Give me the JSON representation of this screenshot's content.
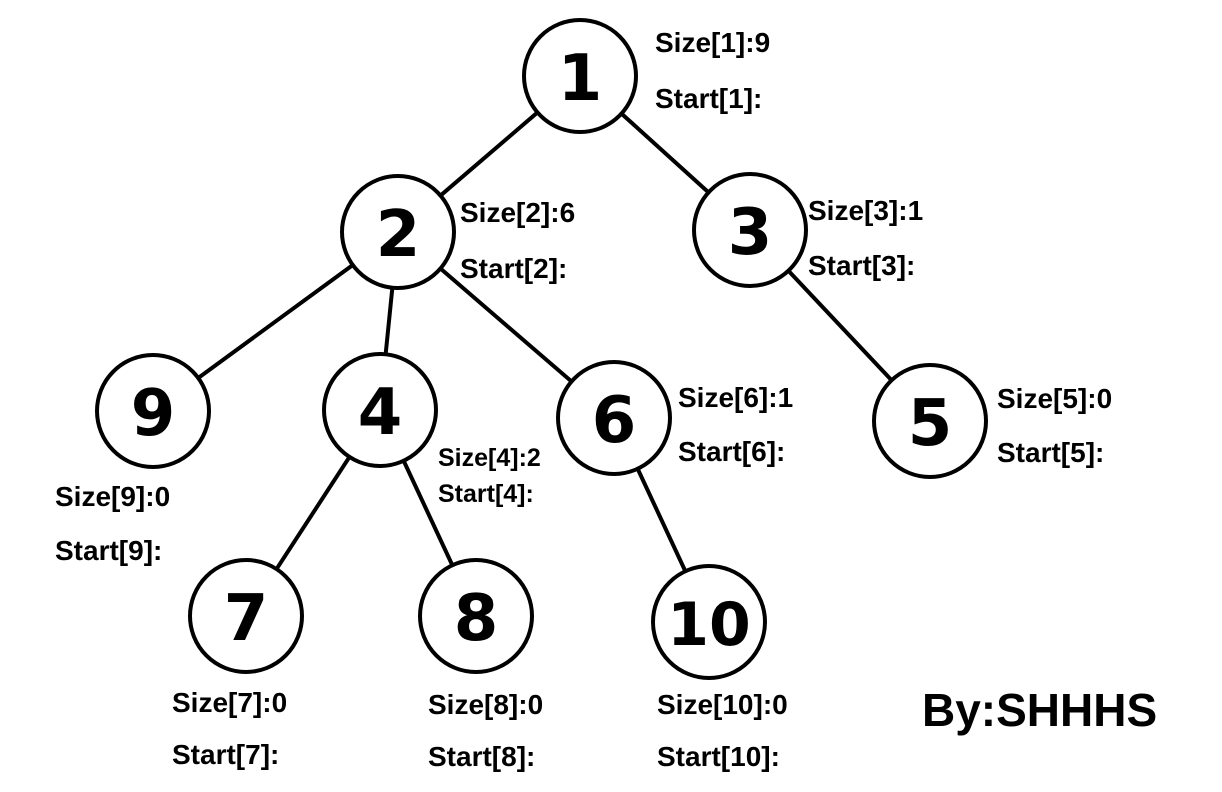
{
  "tree": {
    "nodes": [
      {
        "id": "1",
        "size_label": "Size[1]:9",
        "start_label": "Start[1]:"
      },
      {
        "id": "2",
        "size_label": "Size[2]:6",
        "start_label": "Start[2]:"
      },
      {
        "id": "3",
        "size_label": "Size[3]:1",
        "start_label": "Start[3]:"
      },
      {
        "id": "9",
        "size_label": "Size[9]:0",
        "start_label": "Start[9]:"
      },
      {
        "id": "4",
        "size_label": "Size[4]:2",
        "start_label": "Start[4]:"
      },
      {
        "id": "6",
        "size_label": "Size[6]:1",
        "start_label": "Start[6]:"
      },
      {
        "id": "5",
        "size_label": "Size[5]:0",
        "start_label": "Start[5]:"
      },
      {
        "id": "7",
        "size_label": "Size[7]:0",
        "start_label": "Start[7]:"
      },
      {
        "id": "8",
        "size_label": "Size[8]:0",
        "start_label": "Start[8]:"
      },
      {
        "id": "10",
        "size_label": "Size[10]:0",
        "start_label": "Start[10]:"
      }
    ],
    "edges": [
      {
        "from": "1",
        "to": "2"
      },
      {
        "from": "1",
        "to": "3"
      },
      {
        "from": "2",
        "to": "9"
      },
      {
        "from": "2",
        "to": "4"
      },
      {
        "from": "2",
        "to": "6"
      },
      {
        "from": "3",
        "to": "5"
      },
      {
        "from": "4",
        "to": "7"
      },
      {
        "from": "4",
        "to": "8"
      },
      {
        "from": "6",
        "to": "10"
      }
    ]
  },
  "signature": "By:SHHHS"
}
